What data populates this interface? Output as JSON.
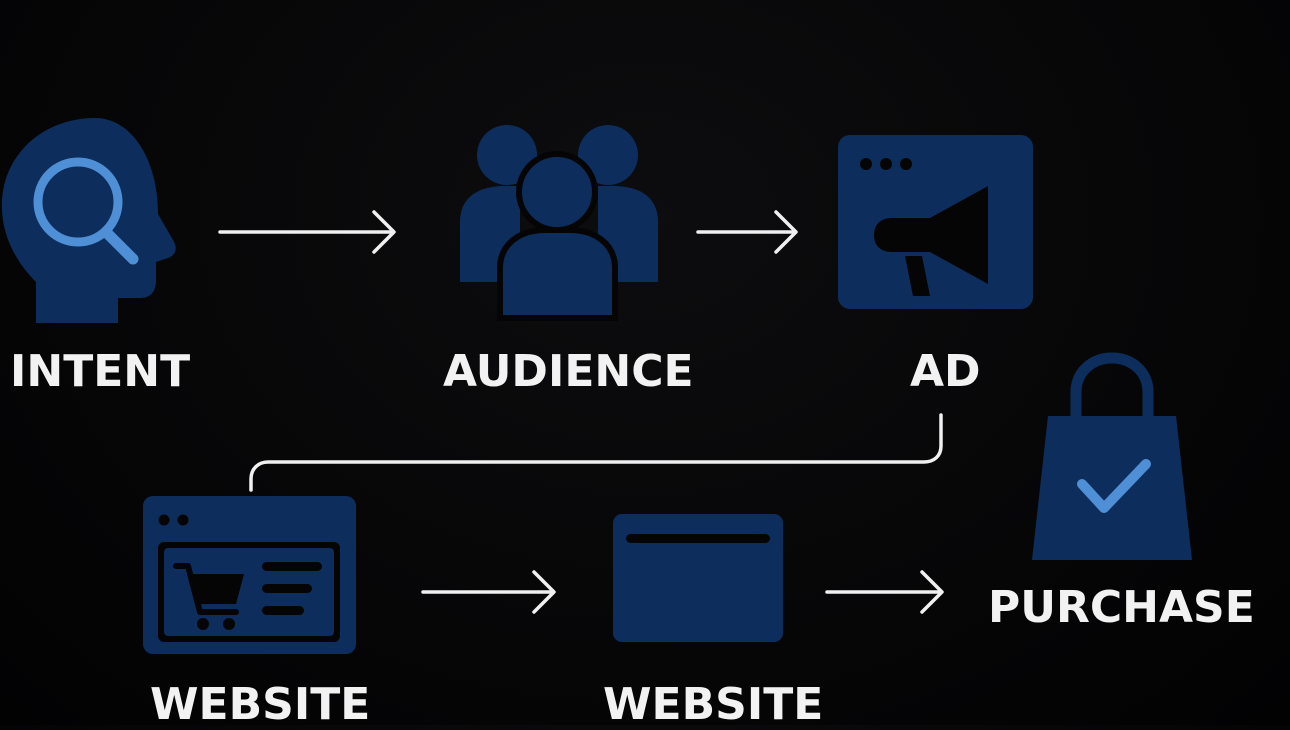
{
  "colors": {
    "background": "#050506",
    "icon": "#0d2e5c",
    "accent": "#4f8fd6",
    "line": "#f0f0f0",
    "text": "#f2f2f2"
  },
  "nodes": {
    "intent": {
      "label": "INTENT",
      "icon": "head-search-icon"
    },
    "audience": {
      "label": "AUDIENCE",
      "icon": "people-group-icon"
    },
    "ad": {
      "label": "AD",
      "icon": "browser-megaphone-icon"
    },
    "website1": {
      "label": "WEBSITE",
      "icon": "browser-cart-icon"
    },
    "website2": {
      "label": "WEBSITE",
      "icon": "browser-window-icon"
    },
    "purchase": {
      "label": "PURCHASE",
      "icon": "shopping-bag-check-icon"
    }
  }
}
